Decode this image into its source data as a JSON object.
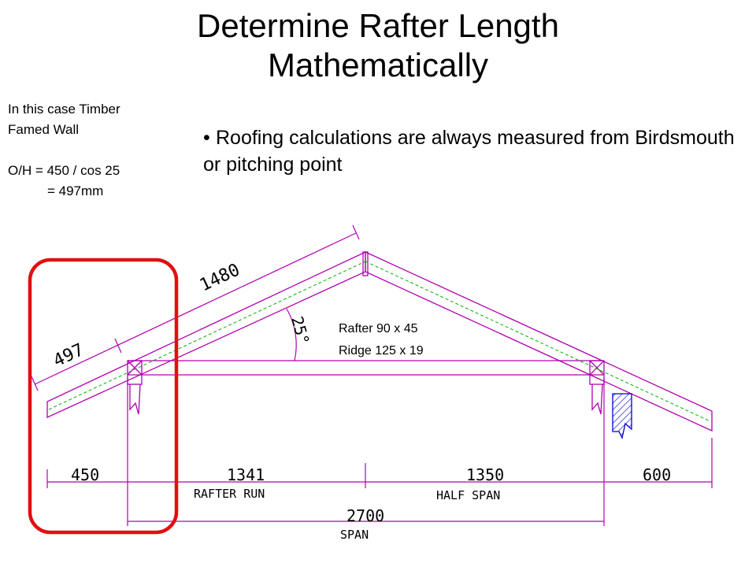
{
  "title": {
    "line1": "Determine Rafter Length",
    "line2": "Mathematically"
  },
  "side_note": {
    "line1": "In this case Timber",
    "line2": "Famed Wall",
    "line3": "O/H = 450 / cos 25",
    "line4": "= 497mm"
  },
  "bullet": {
    "text": "Roofing calculations are always measured from Birdsmouth or pitching point"
  },
  "spec": {
    "rafter": "Rafter 90 x 45",
    "ridge": "Ridge 125 x 19"
  },
  "diagram": {
    "rafter_length": "1480",
    "overhang_length": "497",
    "pitch_angle": "25°",
    "dims": {
      "overhang_left": "450",
      "rafter_run": "1341",
      "rafter_run_label": "RAFTER RUN",
      "half_span": "1350",
      "half_span_label": "HALF SPAN",
      "overhang_right": "600",
      "span": "2700",
      "span_label": "SPAN"
    }
  },
  "colors": {
    "line": "#b000b0",
    "highlight": "#e01010",
    "centerline": "#00b000",
    "hatch": "#0000cc"
  }
}
